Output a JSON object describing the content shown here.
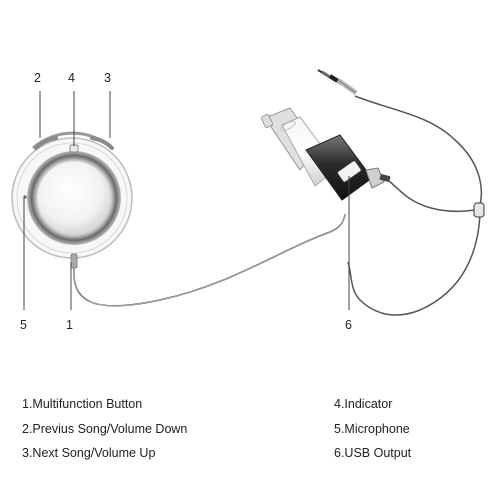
{
  "callouts": {
    "c1": "1",
    "c2": "2",
    "c3": "3",
    "c4": "4",
    "c5": "5",
    "c6": "6"
  },
  "legend": {
    "left": [
      "1.Multifunction Button",
      "2.Previus Song/Volume Down",
      "3.Next Song/Volume Up"
    ],
    "right": [
      "4.Indicator",
      "5.Microphone",
      "6.USB Output"
    ]
  }
}
